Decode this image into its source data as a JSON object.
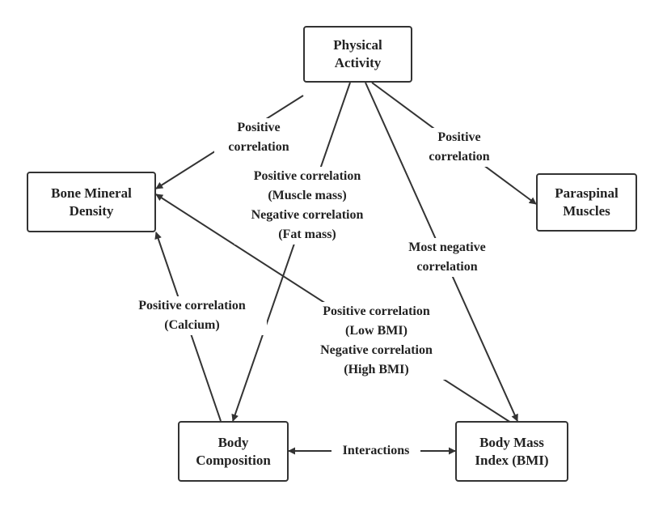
{
  "nodes": {
    "physical_activity": "Physical\nActivity",
    "bone_mineral_density": "Bone Mineral\nDensity",
    "paraspinal_muscles": "Paraspinal\nMuscles",
    "body_composition": "Body\nComposition",
    "bmi": "Body Mass\nIndex (BMI)"
  },
  "edges": {
    "pa_to_bmd": "Positive\ncorrelation",
    "pa_to_body_comp": "Positive correlation\n(Muscle mass)\nNegative correlation\n(Fat mass)",
    "pa_to_paraspinal": "Positive\ncorrelation",
    "pa_to_bmi": "Most negative\ncorrelation",
    "body_comp_to_bmd": "Positive correlation\n(Calcium)",
    "bmi_to_bmd": "Positive correlation\n(Low BMI)\nNegative correlation\n(High BMI)",
    "body_comp_bmi": "Interactions"
  },
  "colors": {
    "line": "#333333",
    "text": "#222222",
    "background": "#ffffff"
  }
}
